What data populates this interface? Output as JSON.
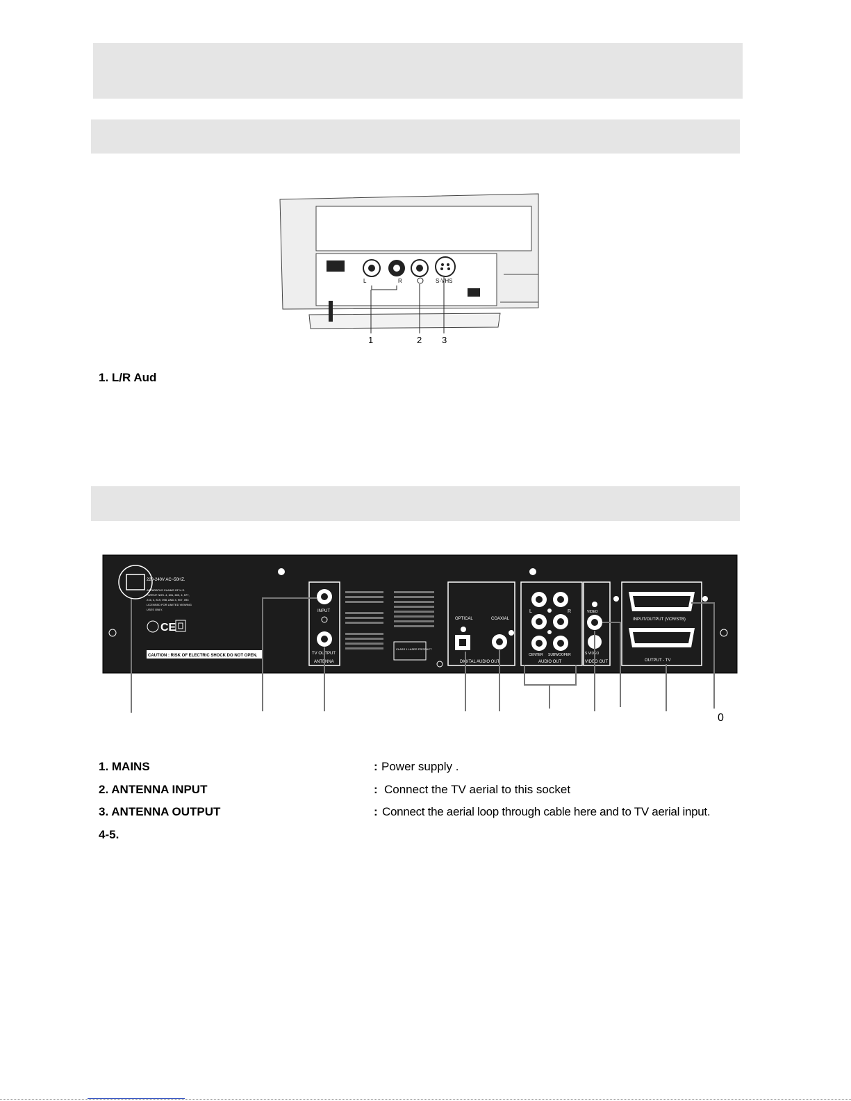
{
  "front_panel": {
    "jack_labels": {
      "left": "L",
      "right": "R",
      "svhs": "S-VHS"
    },
    "callouts": [
      "1",
      "2",
      "3"
    ],
    "item_1": "1. L/R Aud"
  },
  "rear_panel": {
    "voltage": "220-240V AC~50HZ.",
    "patent_lines": [
      "APPARATUS CLAIMS OF U.S.",
      "PATENT NOS. 4, 631, 603, 4, 577,",
      "216, 4, 819, 098, AND 4, 907, 093",
      "LICENSED FOR LIMITED VIEWING",
      "USES ONLY."
    ],
    "caution": "CAUTION : RISK OF ELECTRIC SHOCK DO NOT OPEN.",
    "antenna": {
      "input": "INPUT",
      "tv_output": "TV OUTPUT",
      "group": "ANTENNA"
    },
    "digital": {
      "optical": "OPTICAL",
      "coaxial": "COAXIAL",
      "group": "DIGITAL AUDIO OUT",
      "laser": "CLASS 1 LASER PRODUCT"
    },
    "audio": {
      "left": "L",
      "right": "R",
      "center": "CENTER",
      "subwoofer": "SUBWOOFER",
      "group": "AUDIO OUT"
    },
    "video": {
      "video": "VIDEO",
      "svideo": "S VIDEO",
      "group": "VIDEO OUT"
    },
    "scart": {
      "io": "INPUT/OUTPUT (VCR/STB)",
      "out": "OUTPUT - TV"
    },
    "callout_last": "0"
  },
  "specs": [
    {
      "key": "1. MAINS",
      "desc": "Power supply ."
    },
    {
      "key": "2. ANTENNA INPUT",
      "desc": "Connect the TV aerial to this socket"
    },
    {
      "key": "3. ANTENNA OUTPUT",
      "desc": "Connect the aerial loop through cable here and to TV aerial input."
    },
    {
      "key": "4-5.",
      "desc": ""
    }
  ],
  "colon": ":"
}
